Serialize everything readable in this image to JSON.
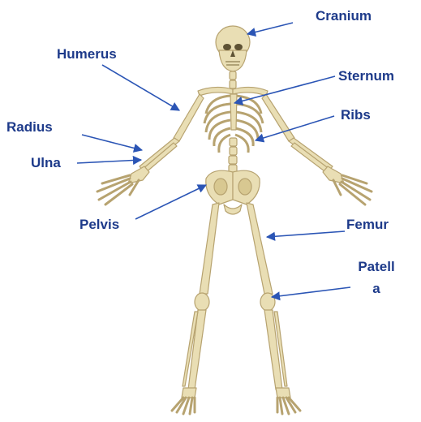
{
  "colors": {
    "label": "#1d3a8a",
    "arrow": "#2b55b5",
    "bone": "#e9deb4",
    "bone_stroke": "#b7a370",
    "bone_shadow": "#cdbb85"
  },
  "labels": {
    "cranium": "Cranium",
    "humerus": "Humerus",
    "sternum": "Sternum",
    "ribs": "Ribs",
    "radius": "Radius",
    "ulna": "Ulna",
    "pelvis": "Pelvis",
    "femur": "Femur",
    "patella": "Patell a"
  }
}
